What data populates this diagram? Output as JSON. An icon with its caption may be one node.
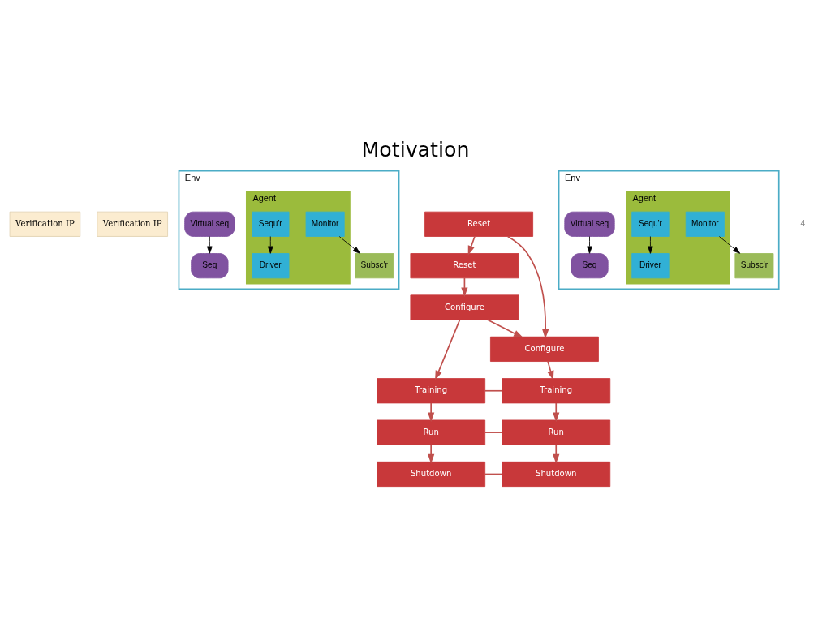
{
  "diagram": {
    "title": "Motivation",
    "nodes": [
      {
        "text": [
          "Verification IP"
        ]
      },
      {
        "text": [
          "Verification IP"
        ]
      },
      {
        "text": [
          "Env"
        ]
      },
      {
        "text": [
          "Virtual seq"
        ],
        "in": 2
      },
      {
        "text": [
          "Subsc'r"
        ],
        "in": 2
      },
      {
        "text": [
          "Agent"
        ],
        "in": 2
      },
      {
        "text": [
          "Sequ'r"
        ],
        "in": 5
      },
      {
        "text": [
          "Seq"
        ],
        "in": 2
      },
      {
        "text": [
          "Monitor"
        ],
        "in": 5
      },
      {
        "text": [
          "Driver"
        ],
        "in": 5
      },
      {
        "text": [
          "Reset"
        ]
      },
      {
        "text": [
          "Configure"
        ]
      },
      {
        "text": [
          "Training"
        ]
      },
      {
        "text": [
          "Run"
        ]
      },
      {
        "text": [
          "Shutdown"
        ]
      },
      {
        "text": [
          "Reset"
        ]
      },
      {
        "text": [
          "Configure"
        ]
      },
      {
        "text": [
          "Training"
        ]
      },
      {
        "text": [
          "Run"
        ]
      },
      {
        "text": [
          "Shutdown"
        ]
      },
      {
        "text": [
          "Env"
        ]
      },
      {
        "text": [
          "Virtual seq"
        ],
        "in": 20
      },
      {
        "text": [
          "Subsc'r"
        ],
        "in": 20
      },
      {
        "text": [
          "Agent"
        ],
        "in": 20
      },
      {
        "text": [
          "Sequ'r"
        ],
        "in": 23
      },
      {
        "text": [
          "Seq"
        ],
        "in": 20
      },
      {
        "text": [
          "Monitor"
        ],
        "in": 23
      },
      {
        "text": [
          "Driver"
        ],
        "in": 23
      }
    ],
    "edges": [
      {
        "from": 3,
        "to": 7,
        "arrow": "to",
        "color": "#000000"
      },
      {
        "from": 8,
        "to": 4,
        "arrow": "to",
        "color": "#000000"
      },
      {
        "from": 6,
        "to": 9,
        "arrow": "to",
        "color": "#000000"
      },
      {
        "from": 15,
        "to": 10,
        "arrow": "to"
      },
      {
        "from": 10,
        "to": 11,
        "arrow": "to"
      },
      {
        "from": 11,
        "to": 12,
        "arrow": "to"
      },
      {
        "from": 12,
        "to": 13,
        "arrow": "to"
      },
      {
        "from": 13,
        "to": 14,
        "arrow": "to"
      },
      {
        "from": 15,
        "to": 16,
        "arrow": "to"
      },
      {
        "from": 11,
        "to": 16,
        "arrow": "to"
      },
      {
        "from": 16,
        "to": 17,
        "arrow": "to"
      },
      {
        "from": 17,
        "to": 18,
        "arrow": "to"
      },
      {
        "from": 18,
        "to": 19,
        "arrow": "to"
      },
      {
        "from": 12,
        "to": 17,
        "arrow": "none"
      },
      {
        "from": 13,
        "to": 18,
        "arrow": "none"
      },
      {
        "from": 14,
        "to": 19,
        "arrow": "none"
      },
      {
        "from": 21,
        "to": 25,
        "arrow": "to",
        "color": "#000000"
      },
      {
        "from": 26,
        "to": 22,
        "arrow": "to",
        "color": "#000000"
      },
      {
        "from": 24,
        "to": 27,
        "arrow": "to",
        "color": "#000000"
      }
    ],
    "labels": [
      "4"
    ]
  }
}
